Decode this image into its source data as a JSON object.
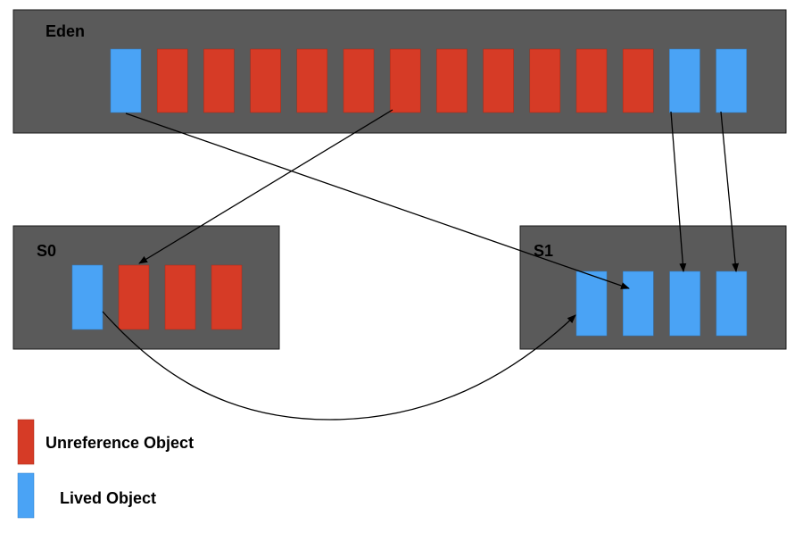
{
  "colors": {
    "region_fill": "#5a5a5a",
    "region_stroke": "#1a1a1a",
    "unreferenced": "#d63b26",
    "lived": "#4aa3f5",
    "arrow": "#000000"
  },
  "regions": {
    "eden": {
      "label": "Eden",
      "objects": [
        "lived",
        "unreferenced",
        "unreferenced",
        "unreferenced",
        "unreferenced",
        "unreferenced",
        "unreferenced",
        "unreferenced",
        "unreferenced",
        "unreferenced",
        "unreferenced",
        "unreferenced",
        "lived",
        "lived"
      ]
    },
    "s0": {
      "label": "S0",
      "objects": [
        "lived",
        "unreferenced",
        "unreferenced",
        "unreferenced"
      ]
    },
    "s1": {
      "label": "S1",
      "objects": [
        "lived",
        "lived",
        "lived",
        "lived"
      ]
    }
  },
  "legend": {
    "unreferenced_label": "Unreference Object",
    "lived_label": "Lived Object"
  }
}
